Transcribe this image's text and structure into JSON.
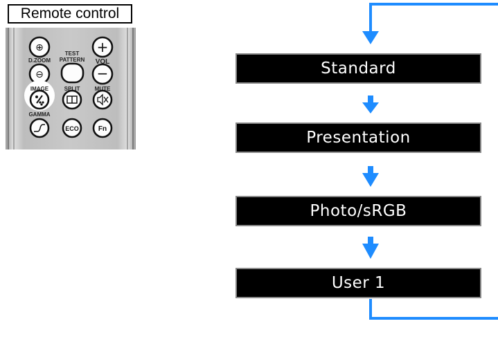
{
  "remote": {
    "label": "Remote control",
    "buttons": {
      "zoom_plus": "⊕",
      "zoom_minus": "⊖",
      "dzoom": "D.ZOOM",
      "test_pattern_line1": "TEST",
      "test_pattern_line2": "PATTERN",
      "vol": "VOL",
      "vol_plus": "+",
      "vol_minus": "−",
      "image": "IMAGE",
      "split": "SPLIT",
      "mute": "MUTE",
      "gamma": "GAMMA",
      "eco": "ECO",
      "fn": "Fn"
    }
  },
  "modes": [
    {
      "label": "Standard"
    },
    {
      "label": "Presentation"
    },
    {
      "label": "Photo/sRGB"
    },
    {
      "label": "User 1"
    }
  ],
  "colors": {
    "arrow": "#1e8cff",
    "box_bg": "#000000",
    "box_text": "#ffffff",
    "remote_body": "#c8c8c8"
  },
  "icons": {
    "flow_arrow": "down-arrow-icon",
    "loop_line": "loop-return-line"
  }
}
